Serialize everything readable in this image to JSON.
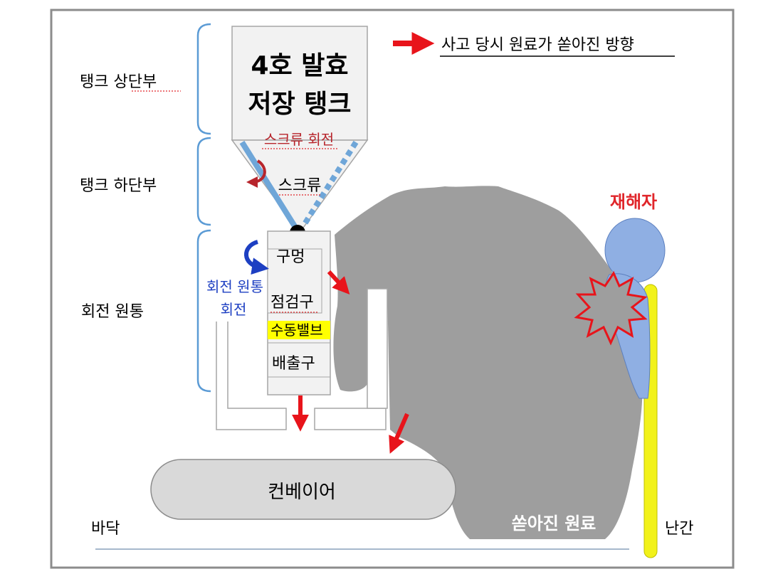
{
  "legend": {
    "text": "사고 당시 원료가 쏟아진 방향"
  },
  "sections": {
    "tank_upper": "탱크 상단부",
    "tank_lower": "탱크 하단부",
    "drum": "회전 원통"
  },
  "tank": {
    "line1": "4호 발효",
    "line2": "저장 탱크"
  },
  "labels": {
    "screw_rotation": "스크류 회전",
    "screw": "스크류",
    "hole": "구멍",
    "inspection_port": "점검구",
    "manual_valve": "수동밸브",
    "outlet": "배출구",
    "drum_rotation_1": "회전 원통",
    "drum_rotation_2": "회전",
    "conveyor": "컨베이어",
    "floor": "바닥",
    "spilled": "쏟아진 원료",
    "victim": "재해자",
    "railing": "난간"
  },
  "colors": {
    "border": "#8c8c8c",
    "arrow": "#e8141b",
    "blue_text": "#1d3fc2",
    "red_text": "#e0262b",
    "dark_red_text": "#b7252c",
    "spill": "#9e9e9e",
    "victim": "#8fafe3",
    "railing": "#f2f21a",
    "conveyor": "#d9d9d9",
    "screw": "#6fa6d8",
    "valve_highlight": "#ffff00",
    "panel": "#f2f2f2"
  }
}
